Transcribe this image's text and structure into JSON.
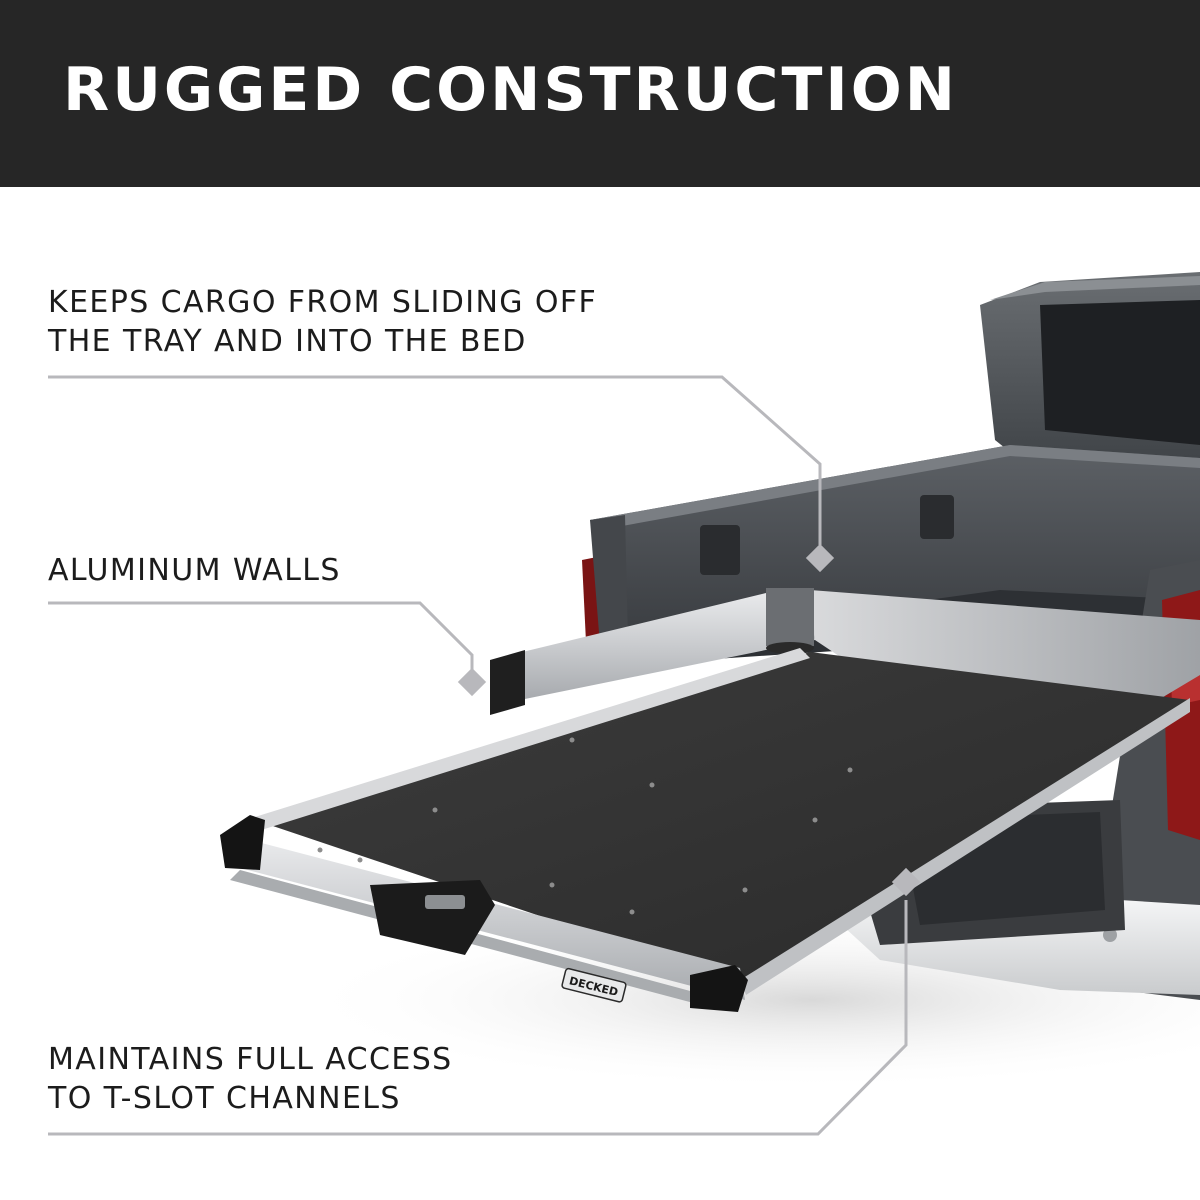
{
  "header": {
    "title": "RUGGED CONSTRUCTION"
  },
  "callouts": [
    {
      "lines": [
        "KEEPS CARGO FROM SLIDING OFF",
        "THE TRAY AND INTO THE BED"
      ]
    },
    {
      "lines": [
        "ALUMINUM WALLS"
      ]
    },
    {
      "lines": [
        "MAINTAINS FULL ACCESS",
        "TO T-SLOT CHANNELS"
      ]
    }
  ],
  "product": {
    "brand_label": "DECKED"
  },
  "colors": {
    "header_bg": "#262626",
    "header_text": "#ffffff",
    "caption_text": "#1c1c1c",
    "leader_line": "#b8b8bc"
  }
}
